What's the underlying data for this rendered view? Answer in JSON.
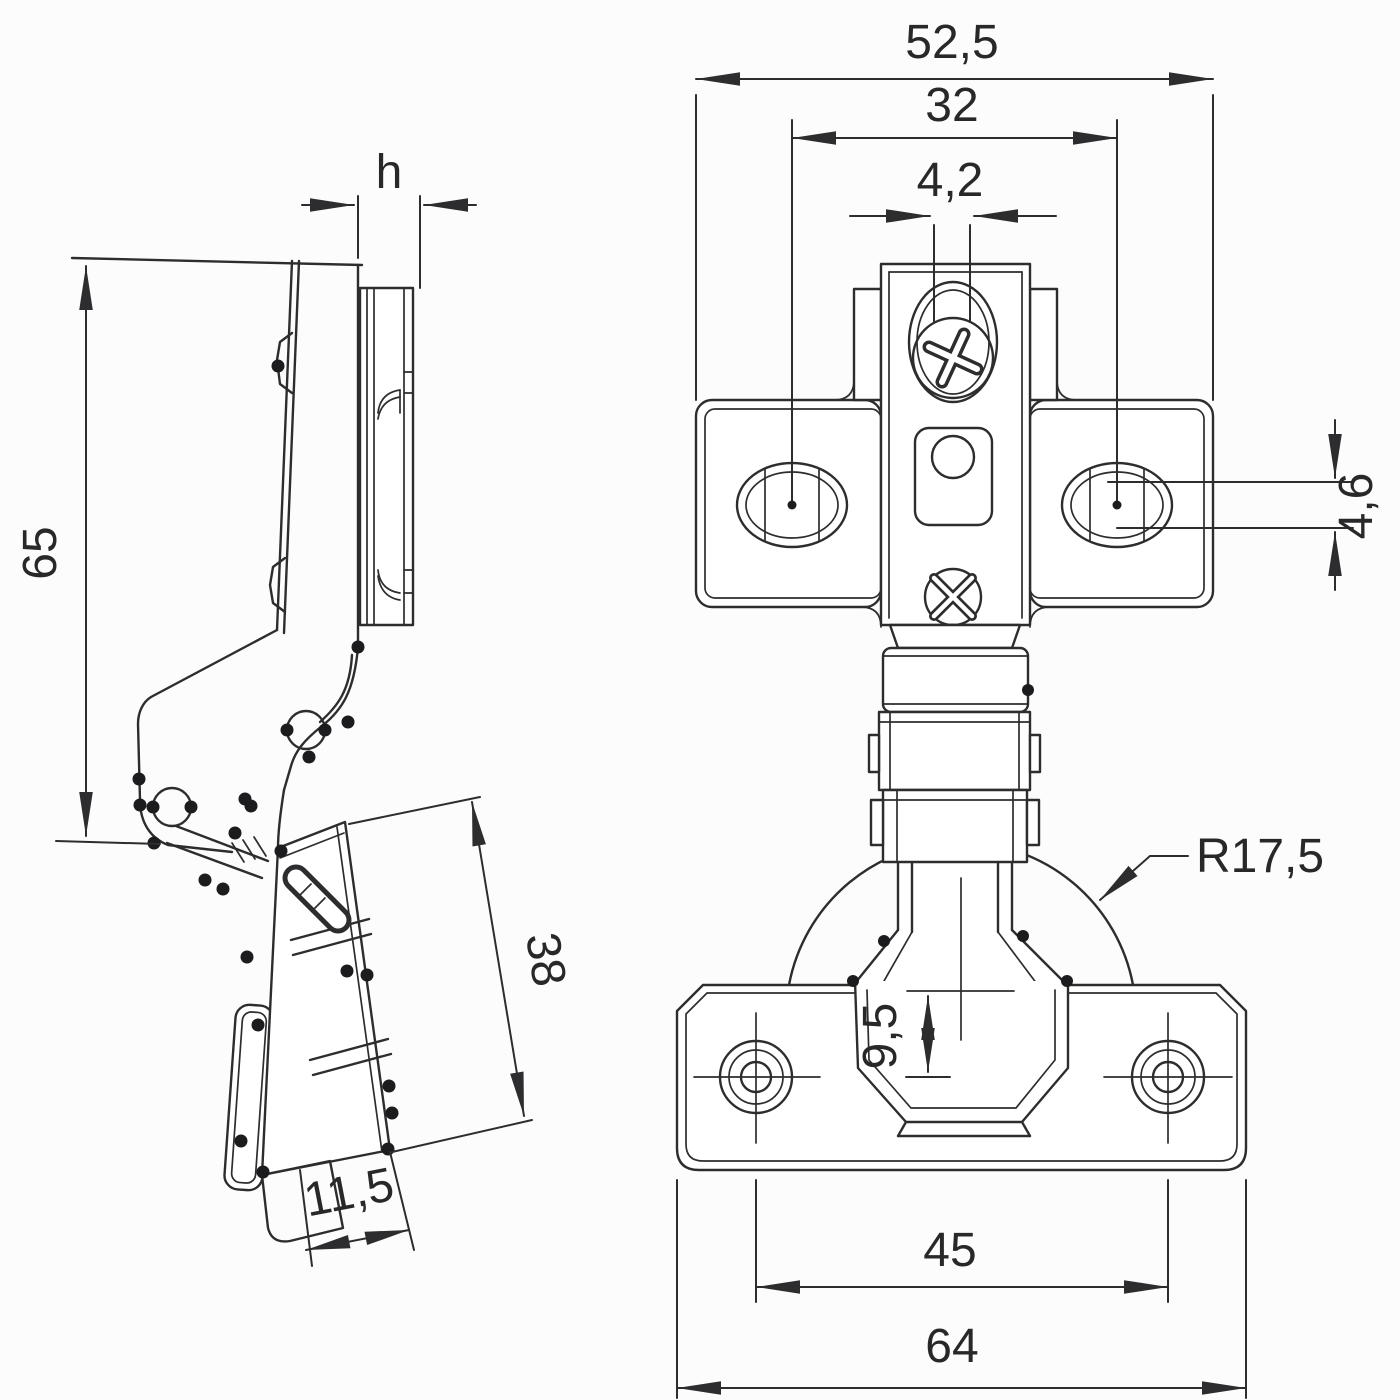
{
  "drawing": {
    "type": "technical-drawing",
    "subject": "concealed cabinet hinge with mounting plate",
    "background_color": "#fcfcfc",
    "line_color": "#2d2d2f",
    "views": {
      "side": {
        "title": "side-profile-view",
        "dims": {
          "plate_height": "h",
          "overall_height": "65",
          "arm_length": "38",
          "cup_depth": "11,5"
        }
      },
      "front": {
        "title": "front-view",
        "dims": {
          "overall_width": "52,5",
          "screw_hole_spacing": "32",
          "slot_width": "4,2",
          "slot_height": "4,6",
          "cup_radius": "R17,5",
          "cup_center_offset": "9,5",
          "flange_screw_spacing": "45",
          "flange_width": "64"
        }
      }
    }
  }
}
